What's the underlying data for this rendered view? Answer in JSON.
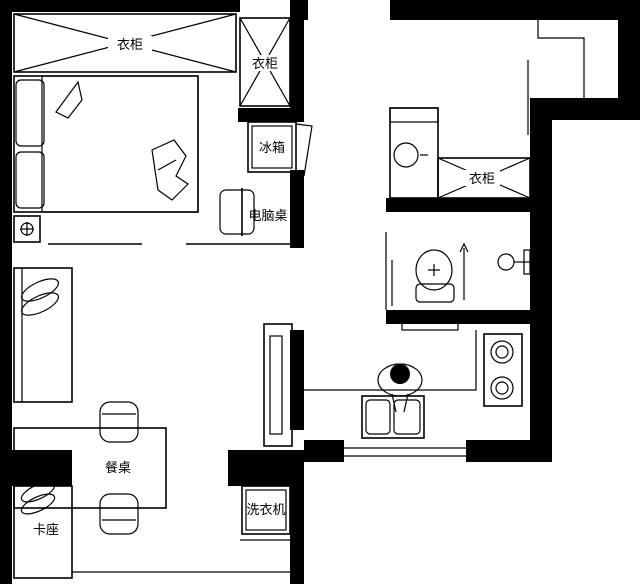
{
  "plan": {
    "labels": {
      "wardrobe_main": "衣柜",
      "wardrobe_small": "衣柜",
      "wardrobe_bath": "衣柜",
      "fridge": "冰箱",
      "computer_desk": "电脑桌",
      "dining_table": "餐桌",
      "booth_seat": "卡座",
      "washer": "洗衣机"
    },
    "icons": [
      "bed-icon",
      "sofa-icon",
      "chair-icon",
      "toilet-icon",
      "sink-icon",
      "stove-icon",
      "person-icon",
      "washing-machine-icon",
      "fridge-icon",
      "pillow-icon"
    ],
    "colors": {
      "wall": "#000000",
      "line": "#000000",
      "background": "#ffffff"
    }
  }
}
